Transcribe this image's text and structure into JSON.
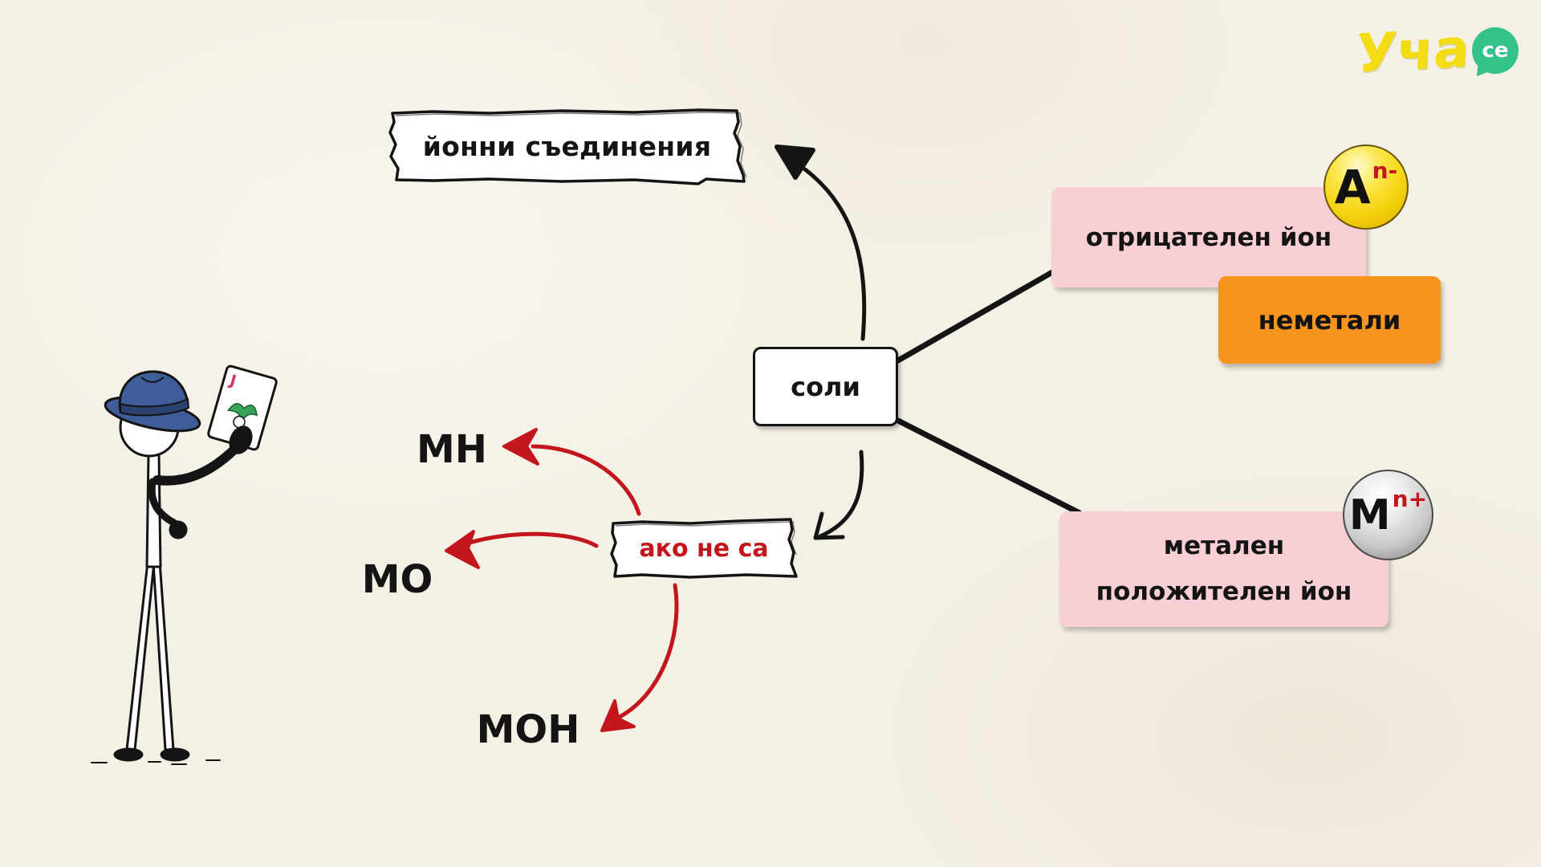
{
  "logo": {
    "text": "Уча",
    "bubble_text": "се"
  },
  "title_banner": {
    "text": "йонни съединения"
  },
  "center_node": {
    "text": "соли"
  },
  "anion": {
    "text": "отрицателен йон",
    "symbol": "A",
    "charge": "n-",
    "source": "неметали"
  },
  "cation": {
    "line1": "метален",
    "line2": "положителен йон",
    "symbol": "M",
    "charge": "n+"
  },
  "condition": {
    "text": "ако не са"
  },
  "exceptions": [
    "MH",
    "MO",
    "MOH"
  ],
  "character": {
    "card_letter": "J",
    "hat_icon": "fedora-hat-icon",
    "card_icon": "jester-card-icon"
  },
  "colors": {
    "background": "#f5f0e5",
    "pink_box": "#f8cfd4",
    "orange_box": "#f7941d",
    "red_accent": "#c3161c",
    "anion_badge": "#f5d20c",
    "cation_badge": "#c9c9c9",
    "hat": "#3f5d98",
    "logo_yellow": "#f4dc14",
    "logo_green": "#34c28b"
  }
}
